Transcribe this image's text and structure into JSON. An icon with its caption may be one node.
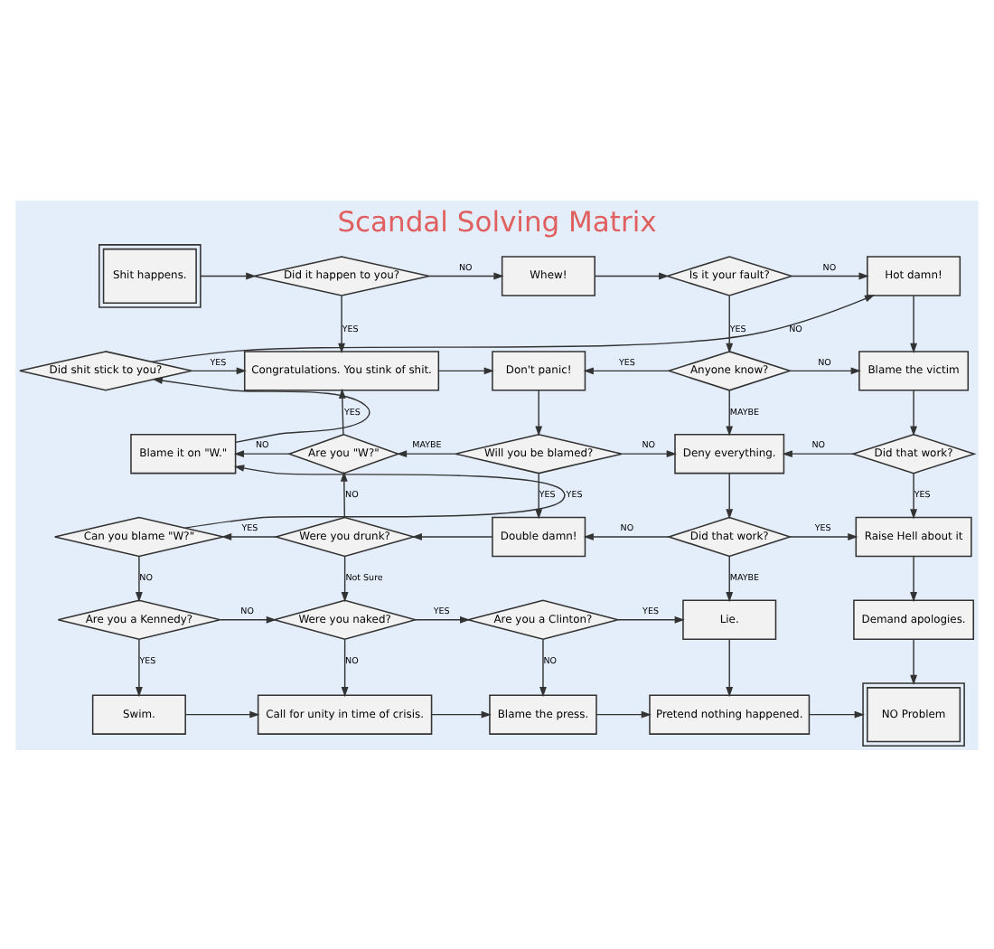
{
  "diagram": {
    "title": "Scandal Solving Matrix",
    "nodes": [
      {
        "text": [
          "Shit happens."
        ]
      },
      {
        "text": [
          "Did it happen to you?"
        ]
      },
      {
        "text": [
          "Whew!"
        ]
      },
      {
        "text": [
          "Is it your fault?"
        ]
      },
      {
        "text": [
          "Hot damn!"
        ]
      },
      {
        "text": [
          "Did shit stick to you?"
        ]
      },
      {
        "text": [
          "Congratulations. You stink of shit."
        ]
      },
      {
        "text": [
          "Don't panic!"
        ]
      },
      {
        "text": [
          "Anyone know?"
        ]
      },
      {
        "text": [
          "Blame the victim"
        ]
      },
      {
        "text": [
          "Blame it on \"W.\""
        ]
      },
      {
        "text": [
          "Are you \"W?\""
        ]
      },
      {
        "text": [
          "Will you be blamed?"
        ]
      },
      {
        "text": [
          "Deny everything."
        ]
      },
      {
        "text": [
          "Did that work?"
        ]
      },
      {
        "text": [
          "Can you blame \"W?\""
        ]
      },
      {
        "text": [
          "Were you drunk?"
        ]
      },
      {
        "text": [
          "Double damn!"
        ]
      },
      {
        "text": [
          "Did that work?"
        ]
      },
      {
        "text": [
          "Raise Hell about it"
        ]
      },
      {
        "text": [
          "Are you a Kennedy?"
        ]
      },
      {
        "text": [
          "Were you naked?"
        ]
      },
      {
        "text": [
          "Are you a Clinton?"
        ]
      },
      {
        "text": [
          "Lie."
        ]
      },
      {
        "text": [
          "Demand apologies."
        ]
      },
      {
        "text": [
          "Swim."
        ]
      },
      {
        "text": [
          "Call for unity in time of crisis."
        ]
      },
      {
        "text": [
          "Blame the press."
        ]
      },
      {
        "text": [
          "Pretend nothing happened."
        ]
      },
      {
        "text": [
          "NO Problem"
        ]
      }
    ],
    "edges": [
      {
        "from": 0,
        "to": 1,
        "arrow": "to"
      },
      {
        "from": 1,
        "to": 2,
        "arrow": "to",
        "label": "NO"
      },
      {
        "from": 1,
        "to": 6,
        "arrow": "to",
        "label": "YES"
      },
      {
        "from": 2,
        "to": 3,
        "arrow": "to"
      },
      {
        "from": 3,
        "to": 4,
        "arrow": "to",
        "label": "NO"
      },
      {
        "from": 3,
        "to": 8,
        "arrow": "to",
        "label": "YES"
      },
      {
        "from": 5,
        "to": 4,
        "arrow": "to",
        "label": "NO"
      },
      {
        "from": 5,
        "to": 6,
        "arrow": "to",
        "label": "YES"
      },
      {
        "from": 6,
        "to": 7,
        "arrow": "to"
      },
      {
        "from": 8,
        "to": 7,
        "arrow": "to",
        "label": "YES"
      },
      {
        "from": 8,
        "to": 9,
        "arrow": "to",
        "label": "NO"
      },
      {
        "from": 8,
        "to": 13,
        "arrow": "to",
        "label": "MAYBE"
      },
      {
        "from": 4,
        "to": 9,
        "arrow": "to"
      },
      {
        "from": 9,
        "to": 14,
        "arrow": "to"
      },
      {
        "from": 7,
        "to": 12,
        "arrow": "to"
      },
      {
        "from": 12,
        "to": 11,
        "arrow": "to",
        "label": "MAYBE"
      },
      {
        "from": 12,
        "to": 13,
        "arrow": "to",
        "label": "NO"
      },
      {
        "from": 12,
        "to": 17,
        "arrow": "to",
        "label": "YES"
      },
      {
        "from": 11,
        "to": 10,
        "arrow": "to",
        "label": "NO"
      },
      {
        "from": 11,
        "to": 6,
        "arrow": "to",
        "label": "YES"
      },
      {
        "from": 10,
        "to": 5,
        "arrow": "to"
      },
      {
        "from": 14,
        "to": 13,
        "arrow": "to",
        "label": "NO"
      },
      {
        "from": 14,
        "to": 19,
        "arrow": "to",
        "label": "YES"
      },
      {
        "from": 13,
        "to": 18,
        "arrow": "to"
      },
      {
        "from": 18,
        "to": 17,
        "arrow": "to",
        "label": "NO"
      },
      {
        "from": 18,
        "to": 19,
        "arrow": "to",
        "label": "YES"
      },
      {
        "from": 17,
        "to": 16,
        "arrow": "to"
      },
      {
        "from": 16,
        "to": 15,
        "arrow": "to",
        "label": "YES"
      },
      {
        "from": 16,
        "to": 11,
        "arrow": "to",
        "label": "NO"
      },
      {
        "from": 15,
        "to": 10,
        "arrow": "to",
        "label": "YES"
      },
      {
        "from": 15,
        "to": 20,
        "arrow": "to",
        "label": "NO"
      },
      {
        "from": 16,
        "to": 21,
        "arrow": "to",
        "label": "Not Sure"
      },
      {
        "from": 18,
        "to": 23,
        "arrow": "to",
        "label": "MAYBE"
      },
      {
        "from": 19,
        "to": 24,
        "arrow": "to"
      },
      {
        "from": 20,
        "to": 21,
        "arrow": "to",
        "label": "NO"
      },
      {
        "from": 20,
        "to": 25,
        "arrow": "to",
        "label": "YES"
      },
      {
        "from": 21,
        "to": 22,
        "arrow": "to",
        "label": "YES"
      },
      {
        "from": 21,
        "to": 26,
        "arrow": "to",
        "label": "NO"
      },
      {
        "from": 22,
        "to": 23,
        "arrow": "to",
        "label": "YES"
      },
      {
        "from": 22,
        "to": 27,
        "arrow": "to",
        "label": "NO"
      },
      {
        "from": 23,
        "to": 28,
        "arrow": "to"
      },
      {
        "from": 24,
        "to": 29,
        "arrow": "to"
      },
      {
        "from": 25,
        "to": 26,
        "arrow": "to"
      },
      {
        "from": 26,
        "to": 27,
        "arrow": "to"
      },
      {
        "from": 27,
        "to": 28,
        "arrow": "to"
      },
      {
        "from": 28,
        "to": 29,
        "arrow": "to"
      }
    ]
  }
}
